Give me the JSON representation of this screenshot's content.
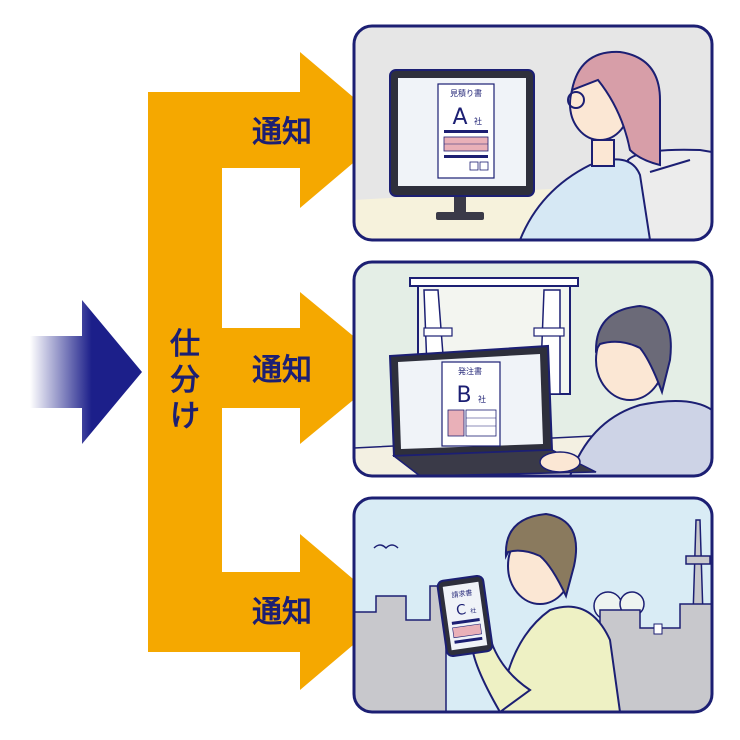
{
  "diagram": {
    "center_label": "仕分け",
    "center_label_chars": [
      "仕",
      "分",
      "け"
    ],
    "notify_labels": [
      "通知",
      "通知",
      "通知"
    ],
    "panels": [
      {
        "doc_title": "見積り書",
        "doc_letter": "A",
        "doc_suffix": "社"
      },
      {
        "doc_title": "発注書",
        "doc_letter": "B",
        "doc_suffix": "社"
      },
      {
        "doc_title": "請求書",
        "doc_letter": "C",
        "doc_suffix": "社"
      }
    ]
  },
  "colors": {
    "arrow": "#f5a800",
    "input_arrow": "#1c1f8a",
    "label": "#1c1f73",
    "panel_border": "#1c1f73",
    "panel1_bg": "#e6e6e6",
    "panel2_bg": "#e4eee6",
    "panel3_sky": "#d9ecf5",
    "panel3_city": "#c8c8cc"
  }
}
